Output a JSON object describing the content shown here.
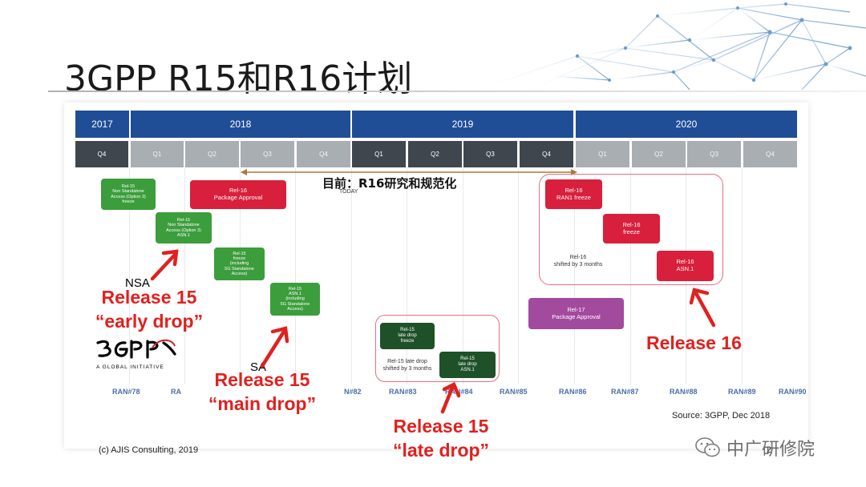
{
  "title": "3GPP R15和R16计划",
  "years": [
    "2017",
    "2018",
    "2019",
    "2020"
  ],
  "quarters": [
    "Q4",
    "Q1",
    "Q2",
    "Q3",
    "Q4",
    "Q1",
    "Q2",
    "Q3",
    "Q4",
    "Q1",
    "Q2",
    "Q3",
    "Q4"
  ],
  "current_status": "目前：R16研究和规范化",
  "today_label": "TODAY",
  "milestones": {
    "rel15_nsa_freeze": [
      "Rel-15",
      "Non Standalone",
      "Access (Option 3)",
      "freeze"
    ],
    "rel16_package_approval": [
      "Rel-16",
      "Package Approval"
    ],
    "rel15_nsa_asn1": [
      "Rel-15",
      "Non Standalone",
      "Access (Option 3)",
      "ASN.1"
    ],
    "rel15_sa_freeze": [
      "Rel-15",
      "freeze",
      "(including",
      "5G Standalone",
      "Access)"
    ],
    "rel15_sa_asn1": [
      "Rel-15",
      "ASN.1",
      "(including",
      "5G Standalone",
      "Access)"
    ],
    "rel16_ran1_freeze": [
      "Rel-16",
      "RAN1 freeze"
    ],
    "rel16_freeze": [
      "Rel-16",
      "freeze"
    ],
    "rel16_asn1": [
      "Rel-16",
      "ASN.1"
    ],
    "rel16_shift_note": [
      "Rel-16",
      "shifted by 3 months"
    ],
    "rel17_package_approval": [
      "Rel-17",
      "Package Approval"
    ],
    "rel15_late_freeze": [
      "Rel-15",
      "late drop",
      "freeze"
    ],
    "rel15_late_asn1": [
      "Rel-15",
      "late drop",
      "ASN.1"
    ],
    "rel15_late_shift_note": [
      "Rel-15 late drop",
      "shifted by 3 months"
    ]
  },
  "callouts": {
    "nsa": "NSA",
    "sa": "SA",
    "early_drop": [
      "Release 15",
      "“early drop”"
    ],
    "main_drop": [
      "Release 15",
      "“main drop”"
    ],
    "late_drop": [
      "Release 15",
      "“late drop”"
    ],
    "release16": "Release 16"
  },
  "ran_meetings": [
    "RAN#78",
    "RA",
    "N#82",
    "RAN#83",
    "RAN#84",
    "RAN#85",
    "RAN#86",
    "RAN#87",
    "RAN#88",
    "RAN#89",
    "RAN#90"
  ],
  "logo_tagline": "A GLOBAL INITIATIVE",
  "source": "Source: 3GPP, Dec 2018",
  "copyright": "(c) AJIS Consulting, 2019",
  "page_number": "2",
  "watermark": "中广研修院",
  "colors": {
    "year_band": "#1f4e97",
    "quarter_past": "#3f464d",
    "quarter_future": "#a9aeb3",
    "rel15_green": "#3c9d3c",
    "rel15_late_green": "#1e5128",
    "rel16_red": "#d81f3c",
    "rel17_purple": "#a24a9d",
    "callout_red": "#e0211f",
    "timeline_bracket": "#b0763b"
  }
}
